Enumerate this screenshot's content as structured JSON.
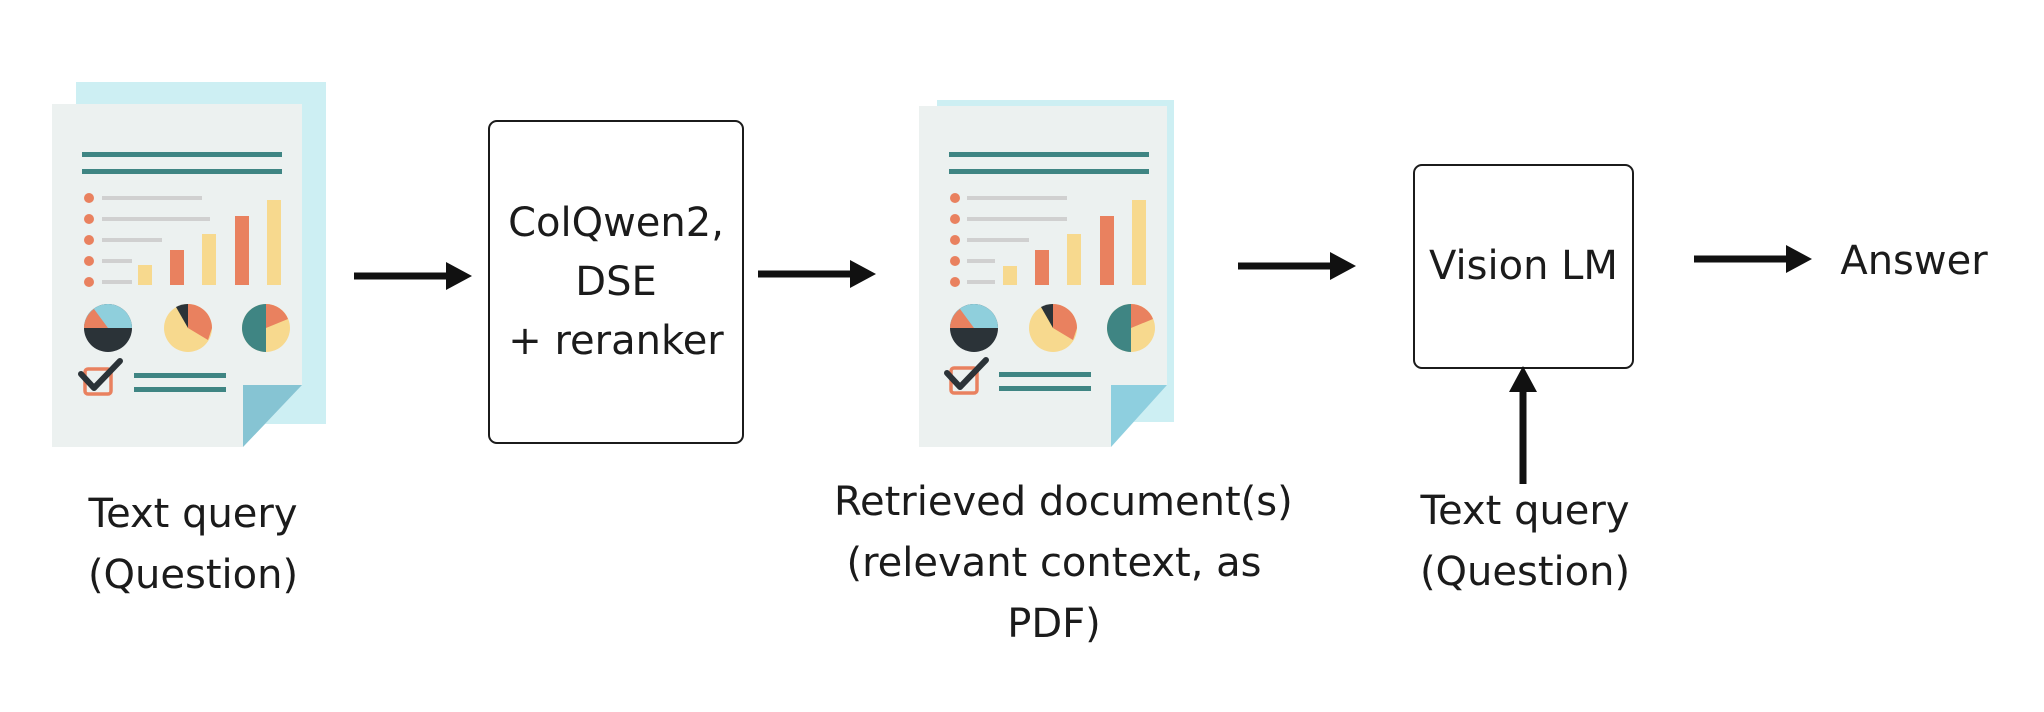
{
  "query_doc": {
    "label_lines": [
      "Text query",
      "(Question)"
    ]
  },
  "retriever": {
    "label_lines": [
      "ColQwen2,",
      "DSE",
      "+ reranker"
    ]
  },
  "retrieved_doc": {
    "label_lines": [
      "Retrieved document(s)",
      "(relevant context, as",
      "PDF)"
    ]
  },
  "vlm": {
    "label": "Vision LM"
  },
  "vlm_input": {
    "label_lines": [
      "Text query",
      "(Question)"
    ]
  },
  "output": {
    "label": "Answer"
  },
  "colors": {
    "page": "#ecf1f0",
    "page_back": "#cdeff3",
    "fold": "#8ecfdf",
    "teal_line": "#3f8583",
    "gray_line": "#d0d0d0",
    "orange": "#e9815f",
    "yellow": "#f7d98e",
    "dark": "#2b3338",
    "light_blue": "#8fcfdc",
    "stroke": "#1b1b1b"
  },
  "icons": [
    "document-icon",
    "bar-chart-icon",
    "pie-chart-icon",
    "checkbox-icon",
    "arrow-right-icon",
    "arrow-up-icon"
  ]
}
